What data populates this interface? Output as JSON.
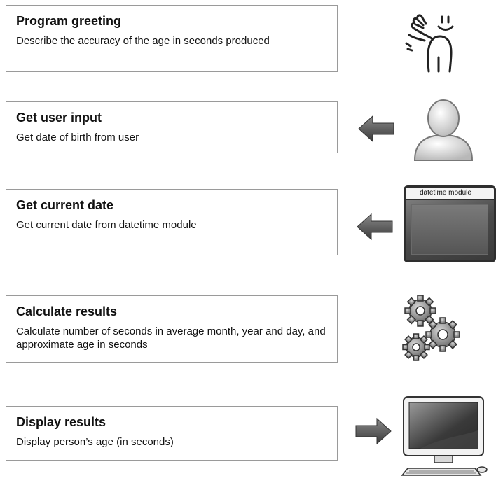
{
  "steps": [
    {
      "title": "Program greeting",
      "description": "Describe the accuracy of the age in seconds produced"
    },
    {
      "title": "Get user input",
      "description": "Get date of birth from user"
    },
    {
      "title": "Get current date",
      "description": "Get current date from datetime module"
    },
    {
      "title": "Calculate results",
      "description": "Calculate number of seconds in average month, year and day, and approximate age in seconds"
    },
    {
      "title": "Display results",
      "description": "Display person’s age (in seconds)"
    }
  ],
  "module_window_label": "datetime module",
  "icons": {
    "step1": "waving-hand-icon",
    "step2": "user-icon",
    "step3": "module-window-icon",
    "step4": "gears-icon",
    "step5": "computer-monitor-icon"
  },
  "arrows": {
    "step2": "left",
    "step3": "left",
    "step5": "right"
  }
}
